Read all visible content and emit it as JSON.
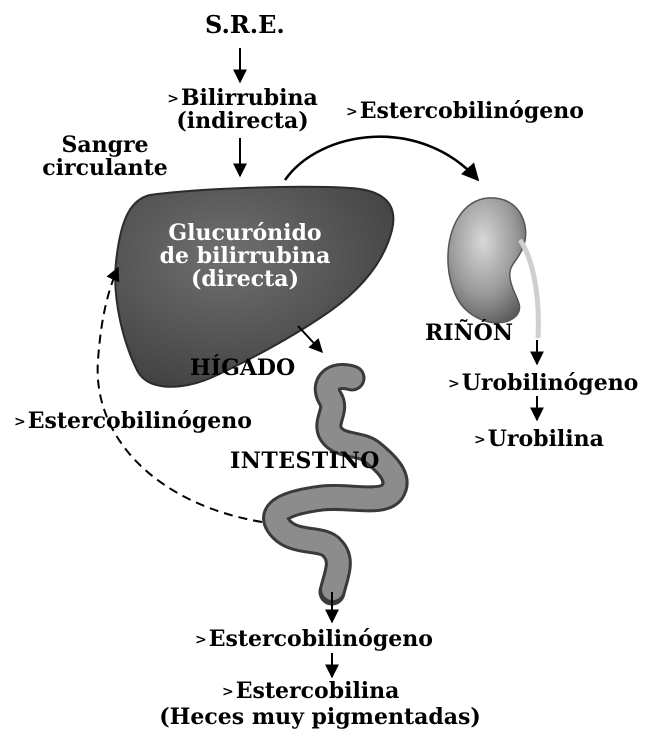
{
  "labels": {
    "sre": "S.R.E.",
    "bilirrubina": "Bilirrubina",
    "indirecta": "(indirecta)",
    "sangre": "Sangre",
    "circulante": "circulante",
    "glucuronido": "Glucurónido",
    "de_bilirrubina": "de bilirrubina",
    "directa": "(directa)",
    "estercobilinogeno_top": "Estercobilinógeno",
    "rinon": "RIÑÓN",
    "urobilinogeno": "Urobilinógeno",
    "urobilina": "Urobilina",
    "higado": "HÍGADO",
    "estercobilinogeno_left": "Estercobilinógeno",
    "intestino": "INTESTINO",
    "estercobilinogeno_bottom": "Estercobilinógeno",
    "estercobilina": "Estercobilina",
    "heces": "(Heces muy pigmentadas)"
  },
  "symbols": {
    "greater": ">"
  },
  "colors": {
    "liver_fill": "#5a5a5a",
    "liver_edge": "#2b2b2b",
    "kidney_fill": "#9a9a9a",
    "intestine_fill": "#7d7d7d",
    "arrow": "#000000"
  }
}
